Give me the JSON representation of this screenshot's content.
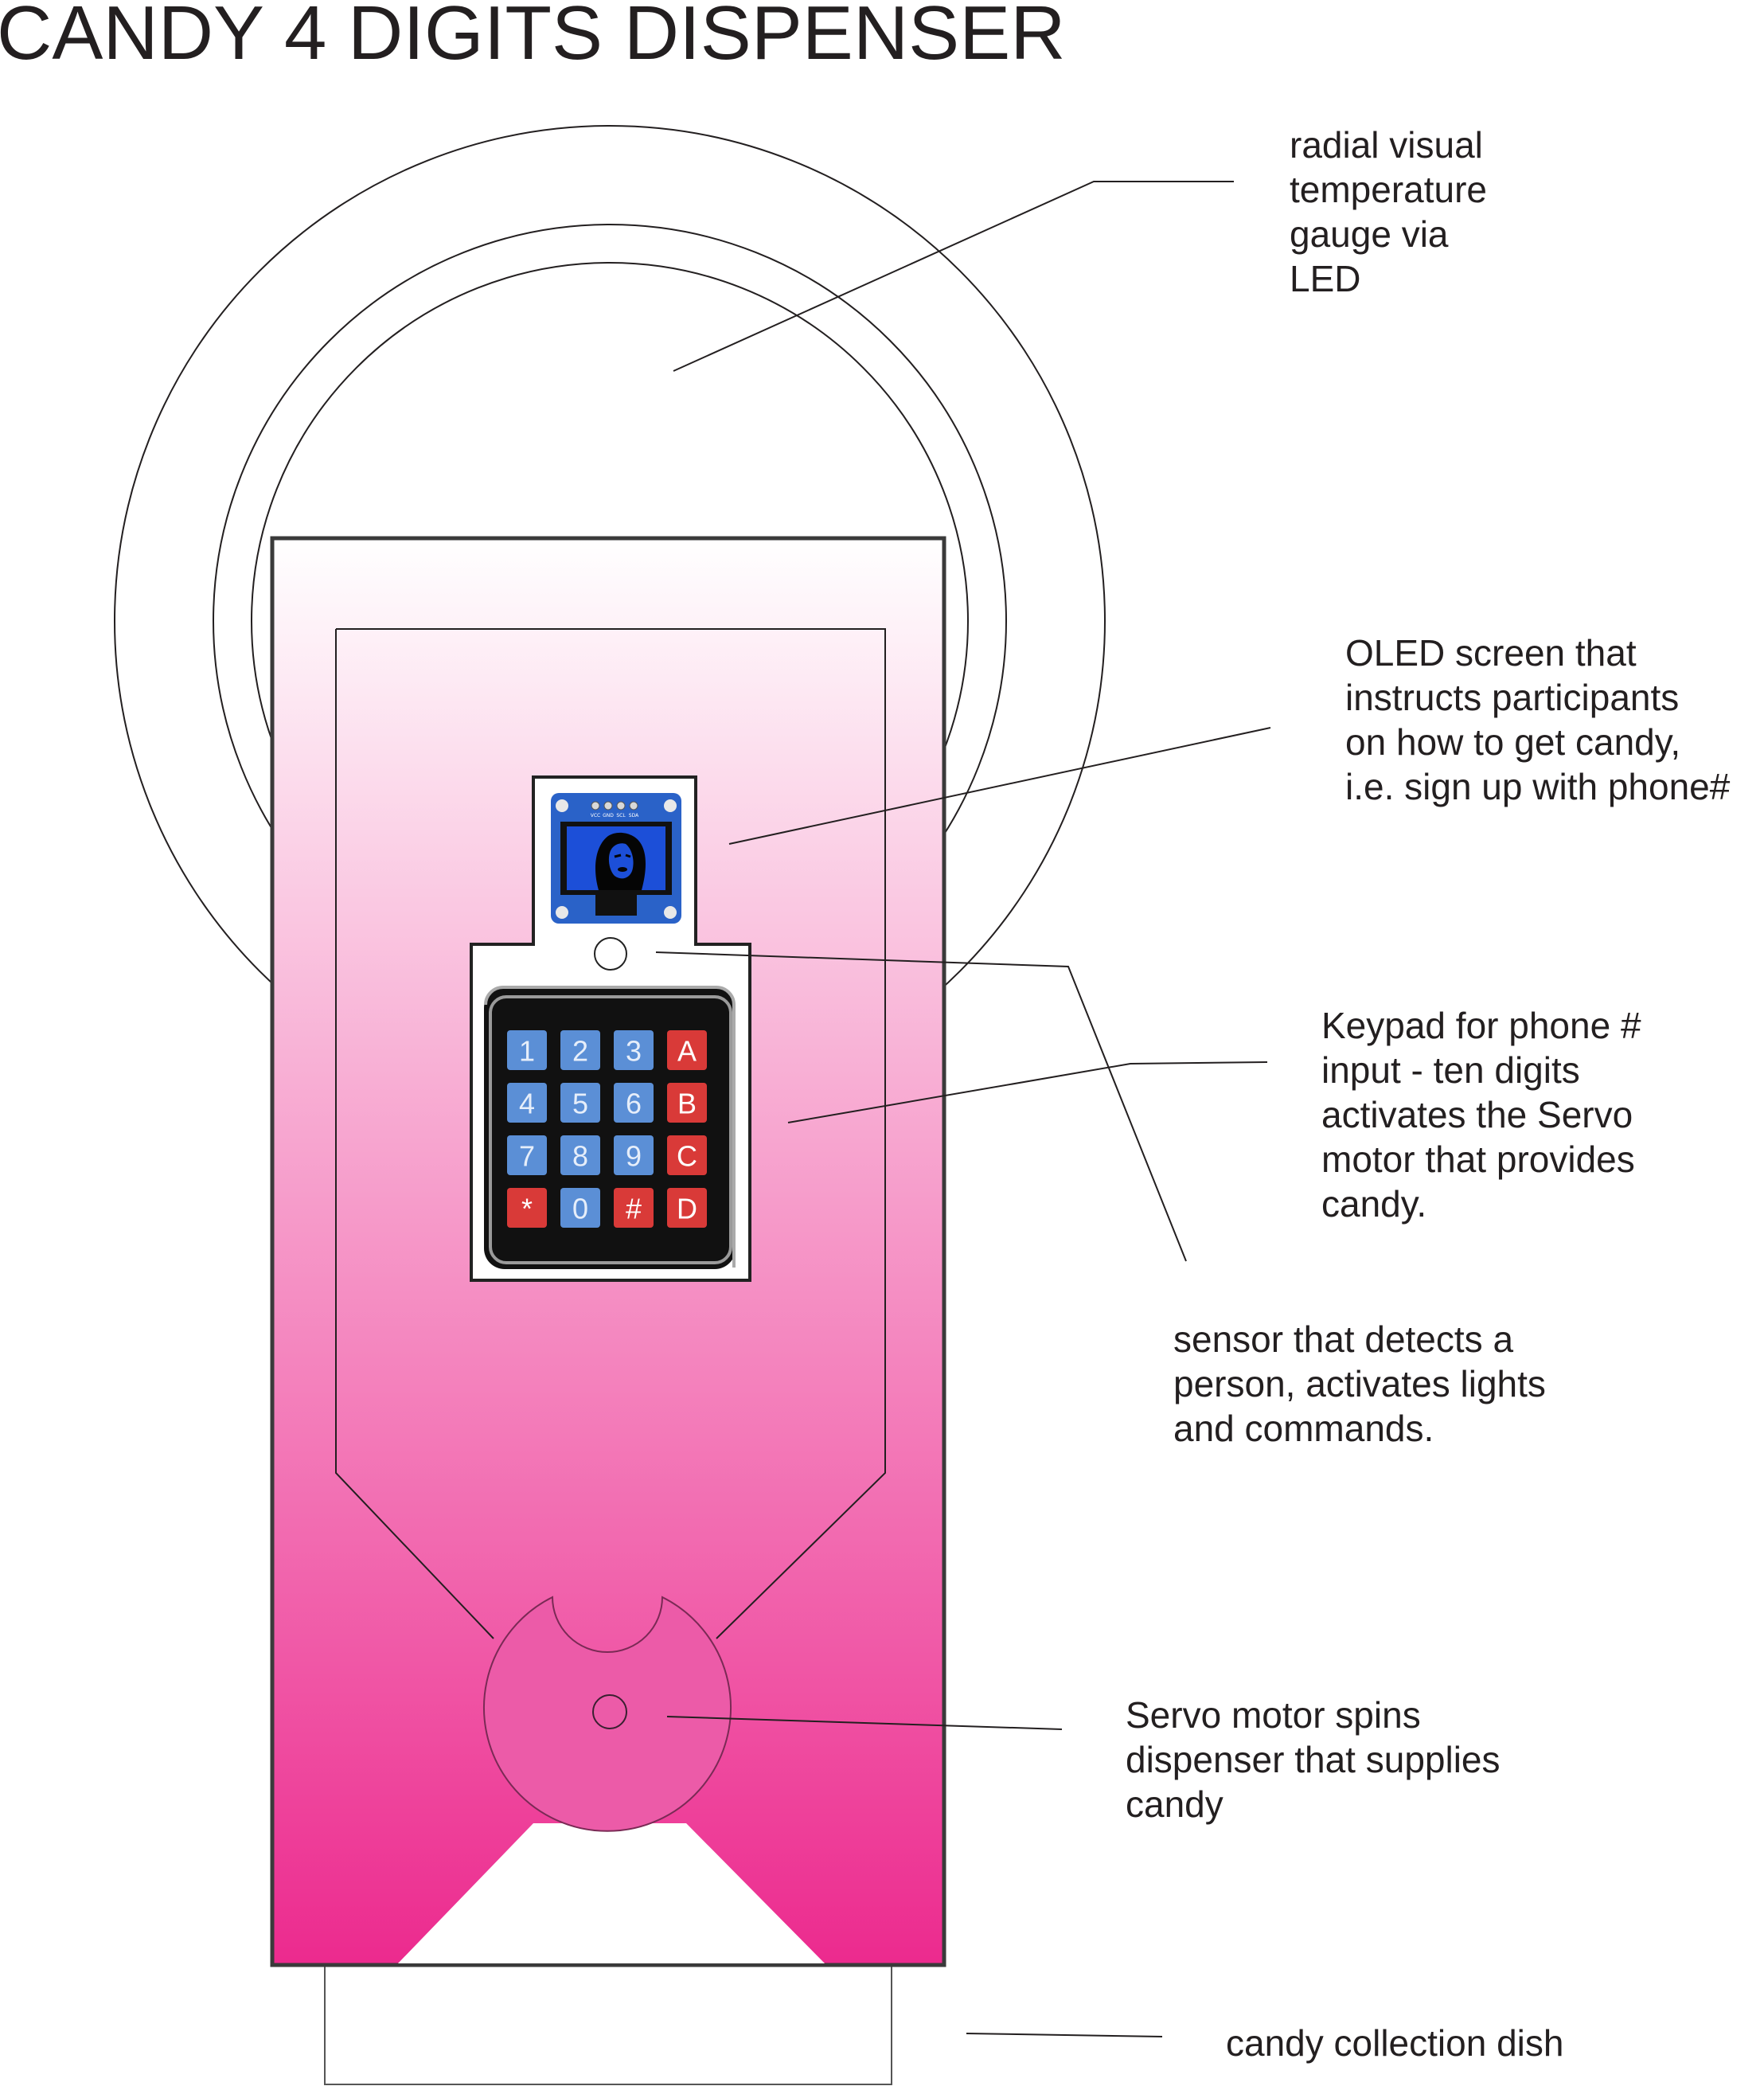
{
  "title": "CANDY 4 DIGITS DISPENSER",
  "annotations": {
    "gauge": [
      "radial visual",
      "temperature",
      "gauge via",
      "LED"
    ],
    "oled": [
      "OLED screen that",
      "instructs participants",
      "on how to get candy,",
      "i.e. sign up with phone#"
    ],
    "keypad": [
      "Keypad for phone #",
      "input - ten digits",
      "activates the Servo",
      "motor that provides",
      "candy."
    ],
    "sensor": [
      "sensor that detects a",
      "person, activates lights",
      "and commands."
    ],
    "servo": [
      "Servo motor spins",
      "dispenser that supplies",
      "candy"
    ],
    "dish": [
      "candy collection dish"
    ]
  },
  "keypad_keys": [
    [
      {
        "label": "1",
        "type": "digit"
      },
      {
        "label": "2",
        "type": "digit"
      },
      {
        "label": "3",
        "type": "digit"
      },
      {
        "label": "A",
        "type": "letter"
      }
    ],
    [
      {
        "label": "4",
        "type": "digit"
      },
      {
        "label": "5",
        "type": "digit"
      },
      {
        "label": "6",
        "type": "digit"
      },
      {
        "label": "B",
        "type": "letter"
      }
    ],
    [
      {
        "label": "7",
        "type": "digit"
      },
      {
        "label": "8",
        "type": "digit"
      },
      {
        "label": "9",
        "type": "digit"
      },
      {
        "label": "C",
        "type": "letter"
      }
    ],
    [
      {
        "label": "*",
        "type": "letter"
      },
      {
        "label": "0",
        "type": "digit"
      },
      {
        "label": "#",
        "type": "letter"
      },
      {
        "label": "D",
        "type": "letter"
      }
    ]
  ],
  "oled_pins": [
    "VCC",
    "GND",
    "SCL",
    "SDA"
  ],
  "colors": {
    "body_gradient_top": "#ffffff",
    "body_gradient_bottom": "#ec2a8e",
    "outline": "#3a3a3a",
    "key_digit": "#5b8fd6",
    "key_letter": "#d93a38",
    "keypad_bg": "#1a1a1a",
    "oled_board": "#2a62c8",
    "oled_screen": "#1c4fd8"
  }
}
